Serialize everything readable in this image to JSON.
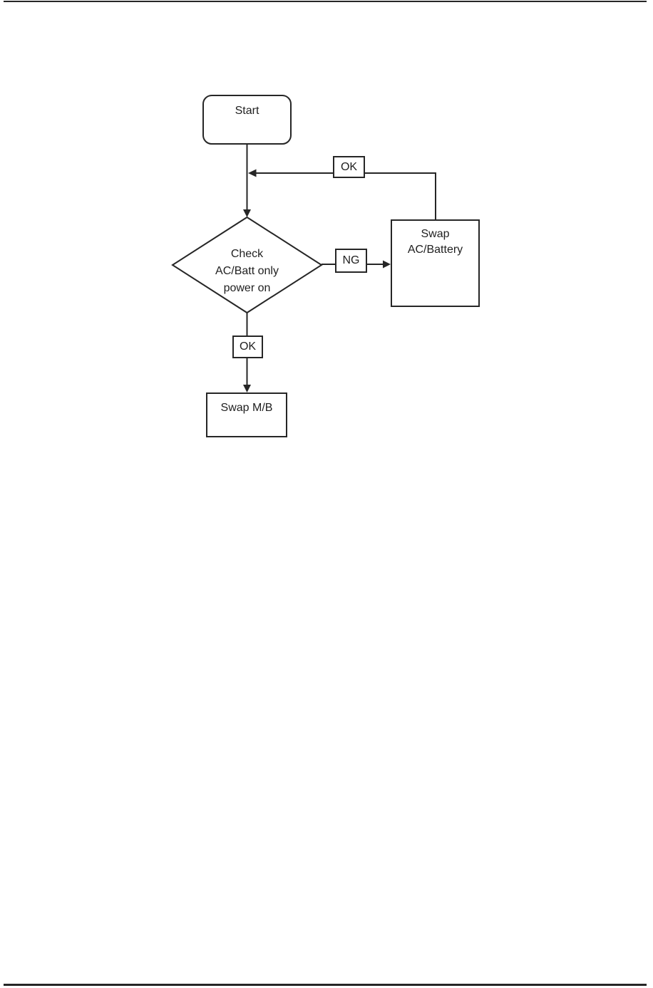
{
  "colors": {
    "page_background": "#ffffff",
    "line": "#262626",
    "text": "#1f1f1f",
    "node_fill": "#ffffff"
  },
  "flowchart": {
    "start": {
      "label": "Start"
    },
    "decision": {
      "lines": [
        "Check",
        "AC/Batt only",
        "power on"
      ]
    },
    "labels": {
      "ok_feedback": "OK",
      "ng": "NG",
      "ok_down": "OK"
    },
    "swap_ac_battery": {
      "lines": [
        "Swap",
        "AC/Battery"
      ]
    },
    "swap_mb": {
      "label": "Swap M/B"
    }
  }
}
